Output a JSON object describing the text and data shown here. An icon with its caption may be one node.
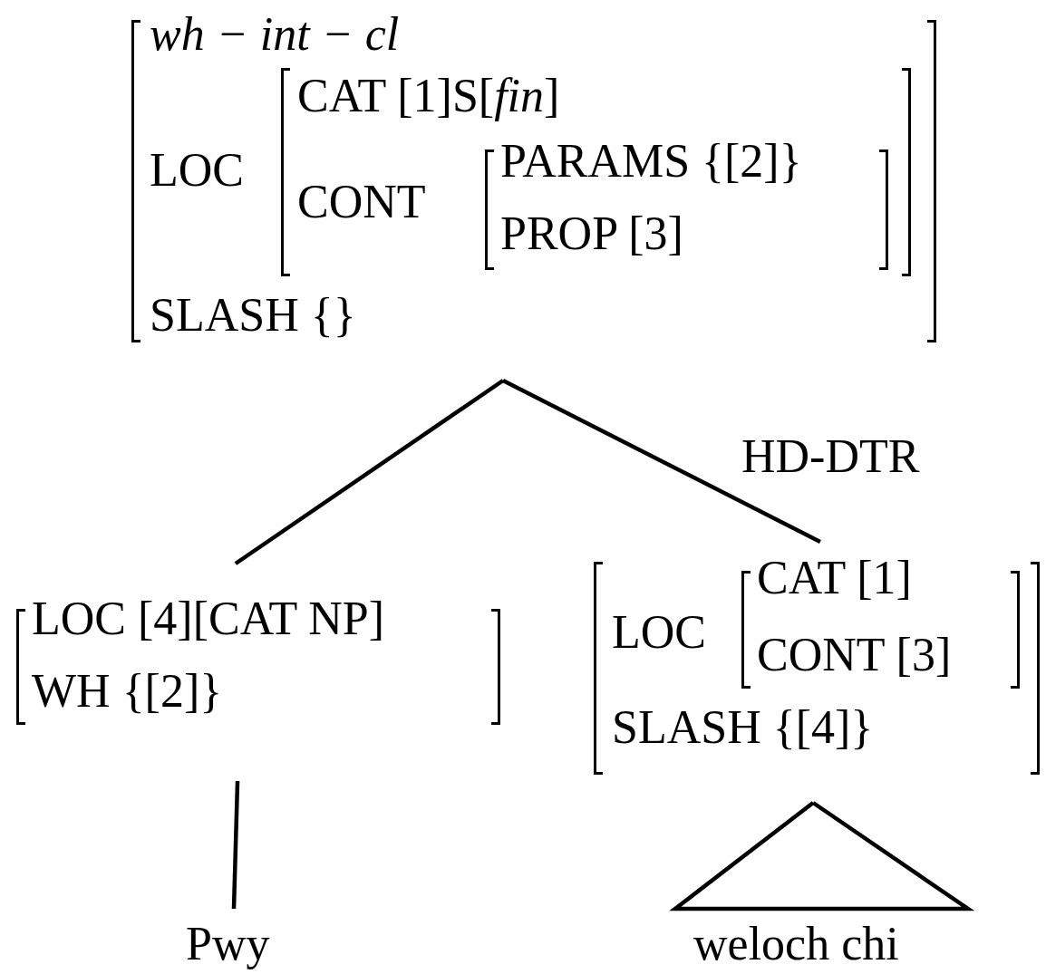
{
  "diagram": {
    "nodes": [
      {
        "text": [
          "wh − int − cl",
          "LOC",
          "SLASH {}"
        ]
      },
      {
        "text": [
          "CAT [1]S[*fin*]",
          "CONT"
        ],
        "in": 0
      },
      {
        "text": [
          "PARAMS {[2]}",
          "PROP [3]"
        ],
        "in": 1
      },
      {
        "text": [
          "LOC [4][CAT NP]",
          "WH {[2]}"
        ]
      },
      {
        "text": [
          "LOC",
          "SLASH {[4]}"
        ]
      },
      {
        "text": [
          "CAT [1]",
          "CONT [3]"
        ],
        "in": 4
      },
      {
        "text": [
          "Pwy"
        ]
      },
      {
        "text": [
          "weloch chi"
        ]
      }
    ],
    "edges": [
      {
        "from": 0,
        "to": 3,
        "arrow": "none"
      },
      {
        "from": 0,
        "to": 4,
        "arrow": "none",
        "label": "HD-DTR"
      },
      {
        "from": 3,
        "to": 6,
        "arrow": "none"
      },
      {
        "from": 4,
        "to": 7,
        "arrow": "none"
      }
    ]
  }
}
